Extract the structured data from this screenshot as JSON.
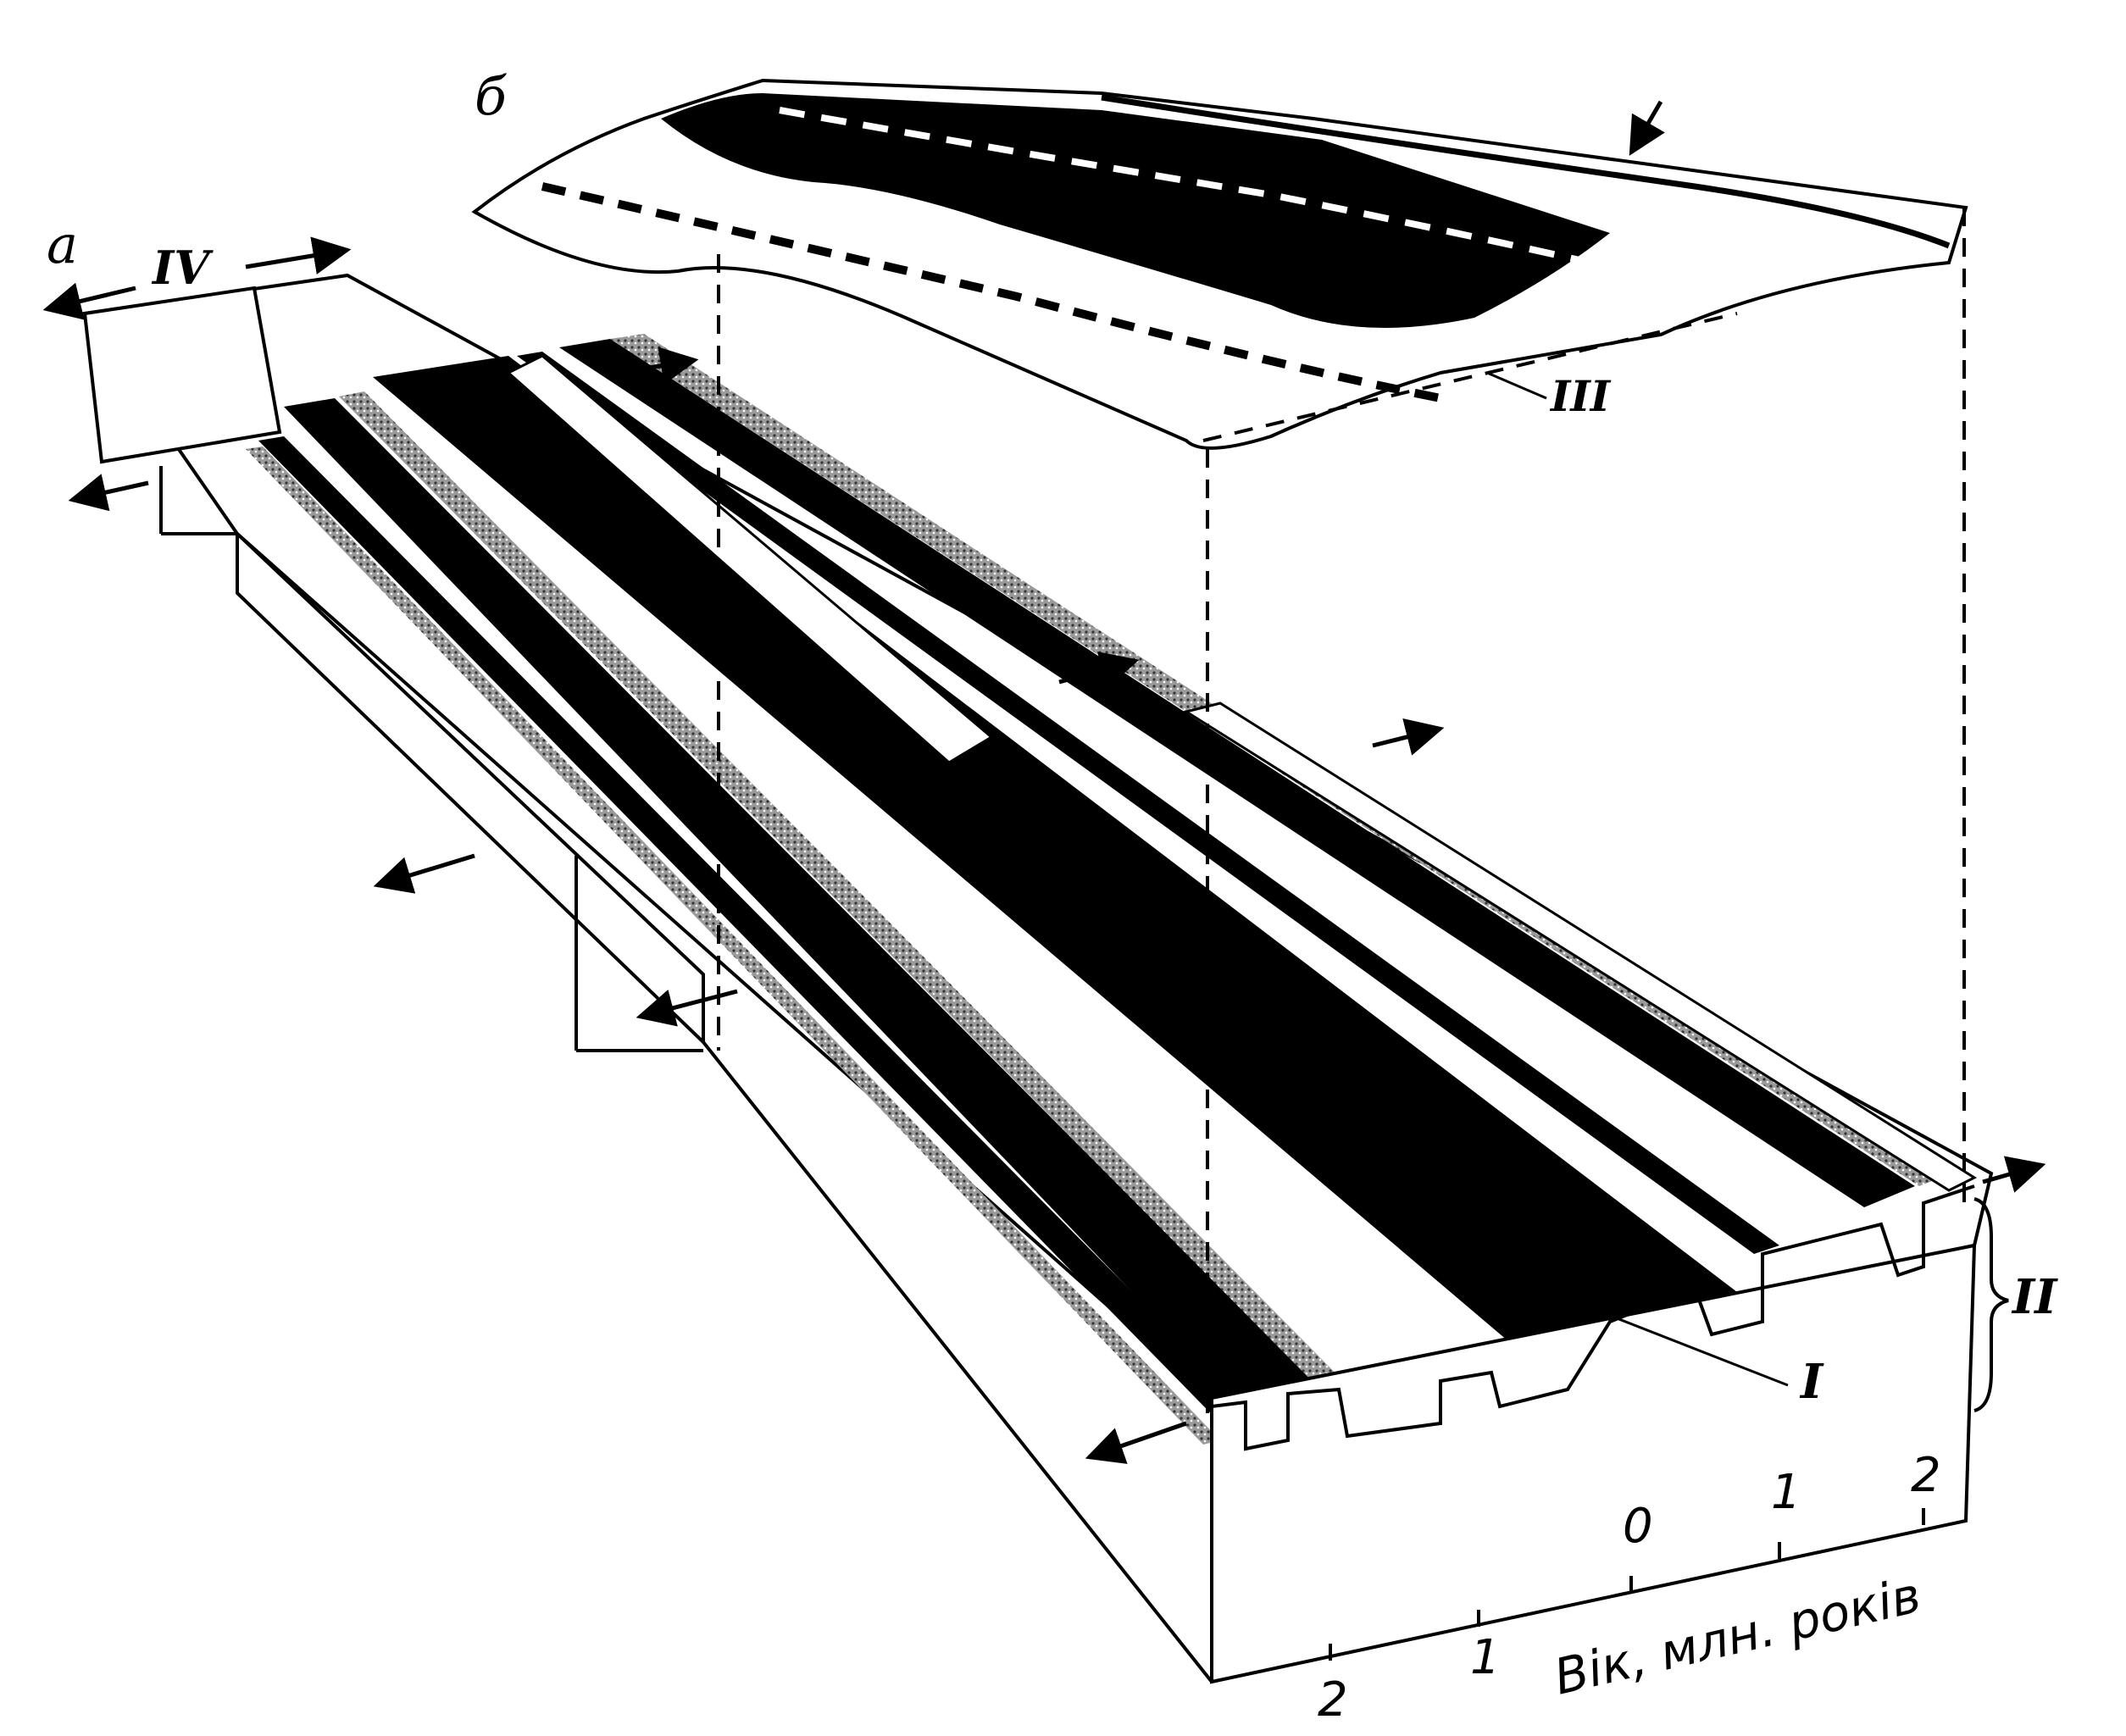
{
  "labels": {
    "panel_a": "a",
    "panel_b": "б",
    "roman_I": "I",
    "roman_II": "II",
    "roman_III": "III",
    "roman_IV": "IV"
  },
  "axis": {
    "title": "Вік, млн. років",
    "ticks": [
      "2",
      "1",
      "0",
      "1",
      "2"
    ]
  },
  "colors": {
    "ink": "#000000",
    "paper": "#ffffff",
    "stipple": "#7a7a7a"
  }
}
